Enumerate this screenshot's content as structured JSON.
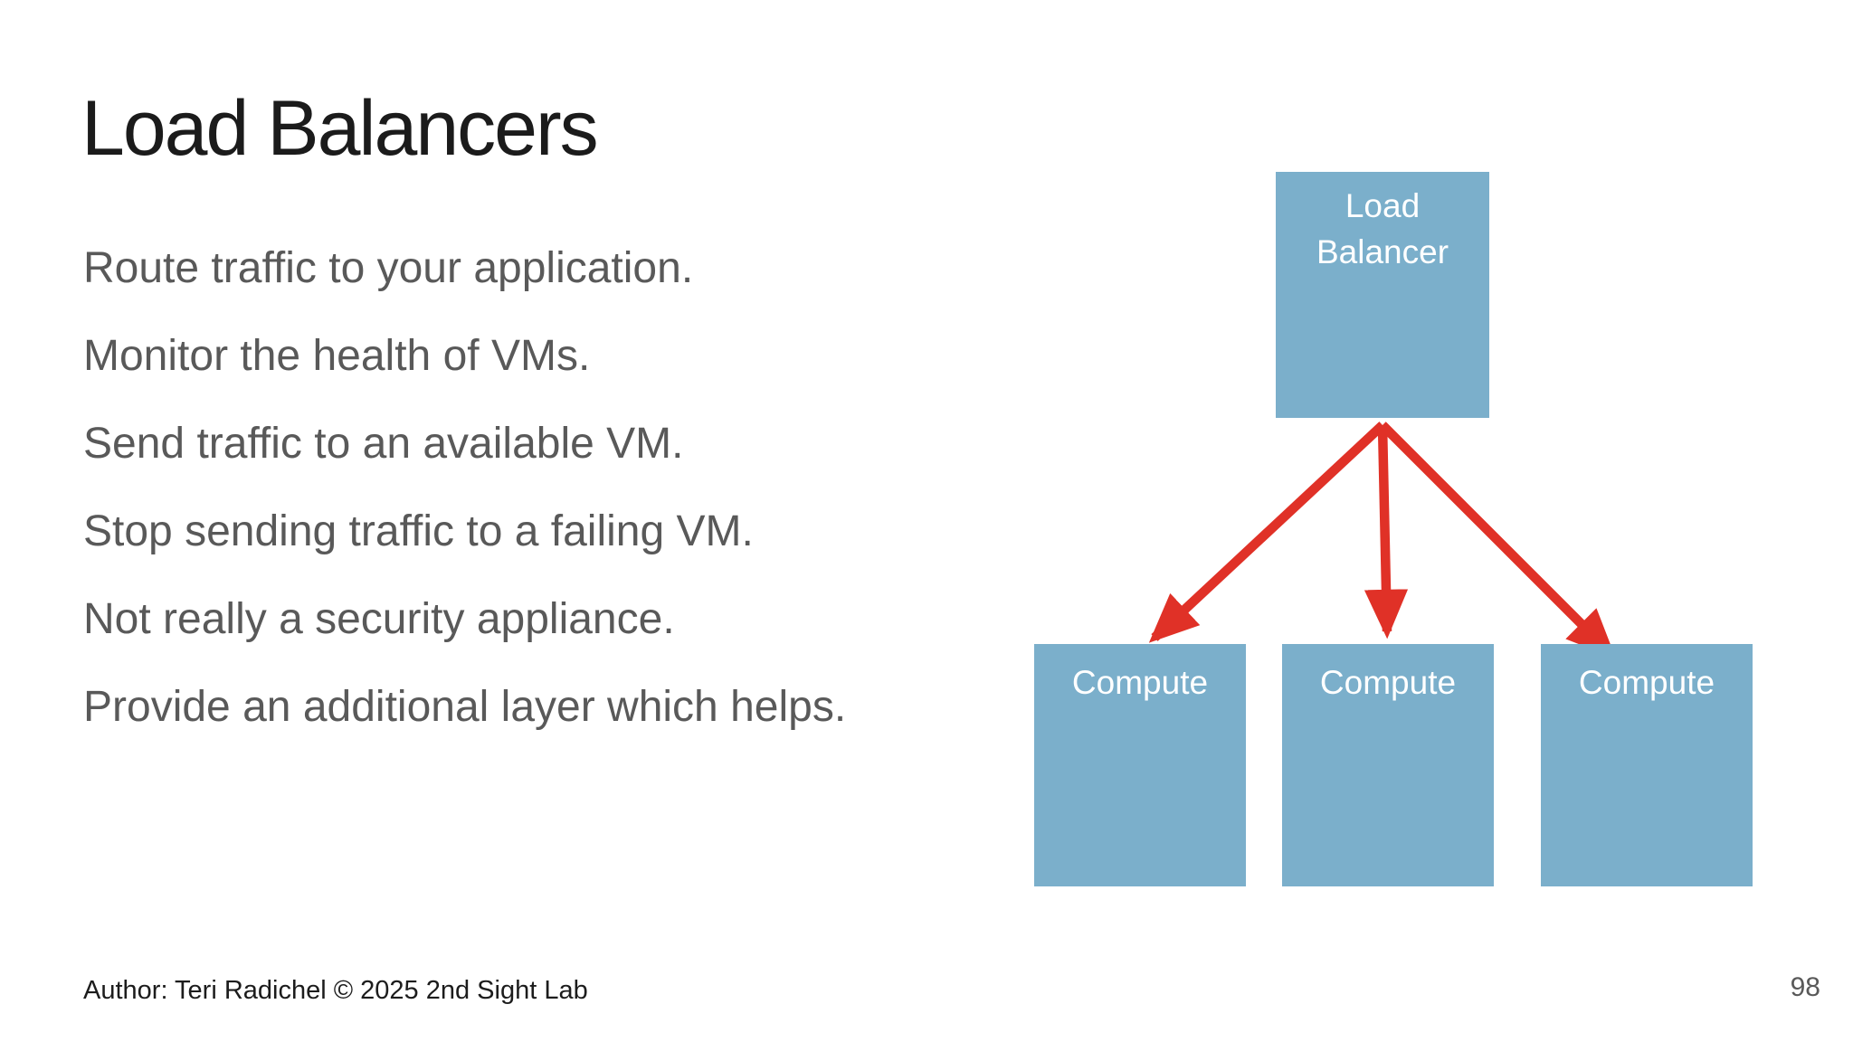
{
  "colors": {
    "background": "#FFFFFF",
    "title-color": "#1B1B1B",
    "body-text-color": "#595959",
    "footer-color": "#1C1C1C",
    "page-number-color": "#595959",
    "box-blue": "#7BAFCB",
    "box-label-color": "#FFFFFF",
    "arrow-red": "#E03127"
  },
  "slide": {
    "title": "Load Balancers",
    "bullets": [
      "Route traffic to your application.",
      "Monitor the health of VMs.",
      "Send traffic to an available VM.",
      "Stop sending traffic to a failing VM.",
      "Not really a security appliance.",
      "Provide an additional layer which helps."
    ],
    "footer": "Author: Teri Radichel © 2025 2nd Sight Lab",
    "page_number": "98"
  },
  "diagram": {
    "load_balancer_label": "Load Balancer",
    "compute_labels": [
      "Compute",
      "Compute",
      "Compute"
    ]
  }
}
